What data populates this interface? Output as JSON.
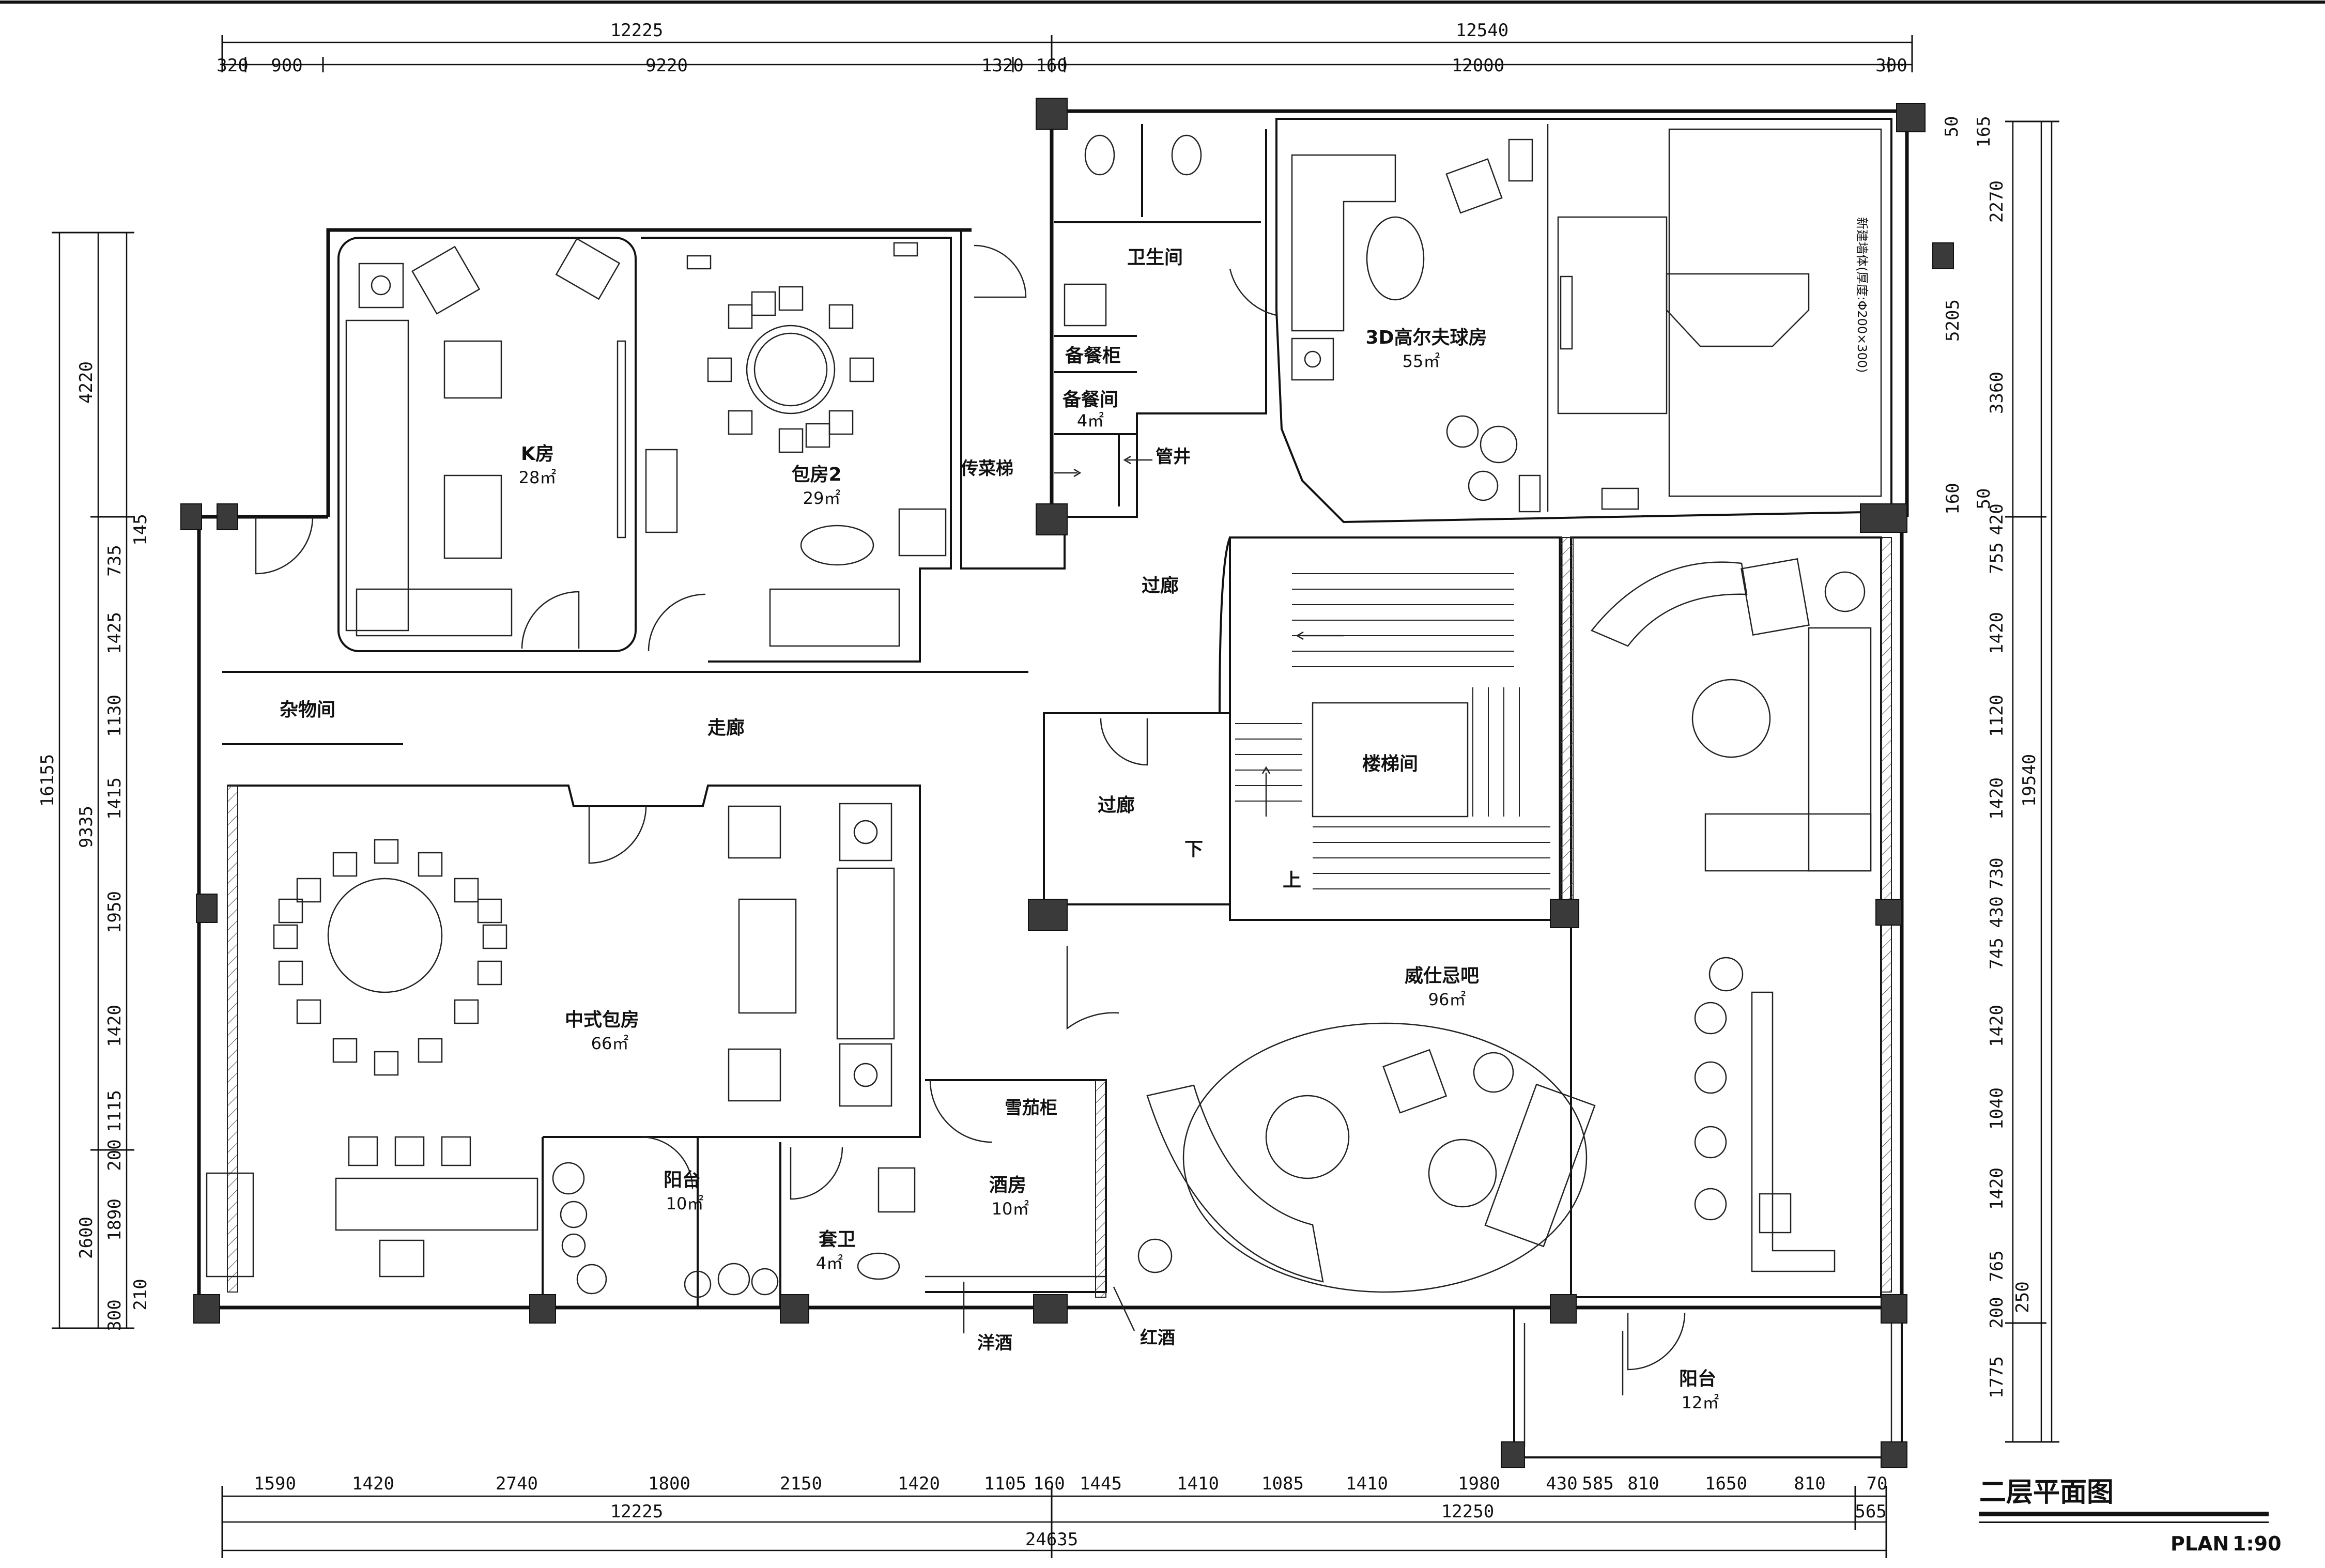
{
  "title": {
    "cn": "二层平面图",
    "en": "PLAN",
    "scale": "1:90"
  },
  "note_vertical": "新建墙体(厚度:Φ200×300)",
  "rooms": {
    "k_room": {
      "name": "K房",
      "area": "28㎡"
    },
    "private_room_2": {
      "name": "包房2",
      "area": "29㎡"
    },
    "restroom": {
      "name": "卫生间"
    },
    "prep_cabinet": {
      "name": "备餐柜"
    },
    "pantry": {
      "name": "备餐间",
      "area": "4㎡"
    },
    "dumbwaiter": {
      "name": "传菜梯"
    },
    "shaft": {
      "name": "管井"
    },
    "golf_room": {
      "name": "3D高尔夫球房",
      "area": "55㎡"
    },
    "hall_upper": {
      "name": "过廊"
    },
    "storage": {
      "name": "杂物间"
    },
    "corridor": {
      "name": "走廊"
    },
    "hall_lower": {
      "name": "过廊"
    },
    "stairwell": {
      "name": "楼梯间"
    },
    "stair_down": {
      "name": "下"
    },
    "stair_up": {
      "name": "上"
    },
    "chinese_room": {
      "name": "中式包房",
      "area": "66㎡"
    },
    "whisky_bar": {
      "name": "威仕忌吧",
      "area": "96㎡"
    },
    "cigar_cabinet": {
      "name": "雪茄柜"
    },
    "balcony_1": {
      "name": "阳台",
      "area": "10㎡"
    },
    "suite_bath": {
      "name": "套卫",
      "area": "4㎡"
    },
    "wine_room": {
      "name": "酒房",
      "area": "10㎡"
    },
    "spirits": {
      "name": "洋酒"
    },
    "red_wine": {
      "name": "红酒"
    },
    "balcony_2": {
      "name": "阳台",
      "area": "12㎡"
    }
  },
  "dims": {
    "top_total": [
      "12225",
      "12540"
    ],
    "top_detail": [
      "320",
      "900",
      "9220",
      "1320",
      "160",
      "12000",
      "300"
    ],
    "bottom_detail": [
      "1590",
      "1420",
      "2740",
      "1800",
      "2150",
      "1420",
      "1105",
      "160",
      "1445",
      "1410",
      "1085",
      "1410",
      "1980",
      "430",
      "585",
      "810",
      "1650",
      "810",
      "70"
    ],
    "bottom_sub": [
      "12225",
      "12250",
      "565"
    ],
    "bottom_total": "24635",
    "left_total": "16155",
    "left_sub": [
      "4220",
      "9335",
      "2600"
    ],
    "left_detail": [
      "145",
      "735",
      "1425",
      "1130",
      "1415",
      "1950",
      "1420",
      "1115",
      "200",
      "1890",
      "210",
      "300"
    ],
    "right_total": "19540",
    "right_sub": [
      "5205",
      "250",
      "1775"
    ],
    "right_detail": [
      "50",
      "165",
      "2270",
      "3360",
      "160",
      "50",
      "420",
      "755",
      "1420",
      "1120",
      "1420",
      "730",
      "430",
      "745",
      "1420",
      "1040",
      "1420",
      "765",
      "200"
    ]
  }
}
